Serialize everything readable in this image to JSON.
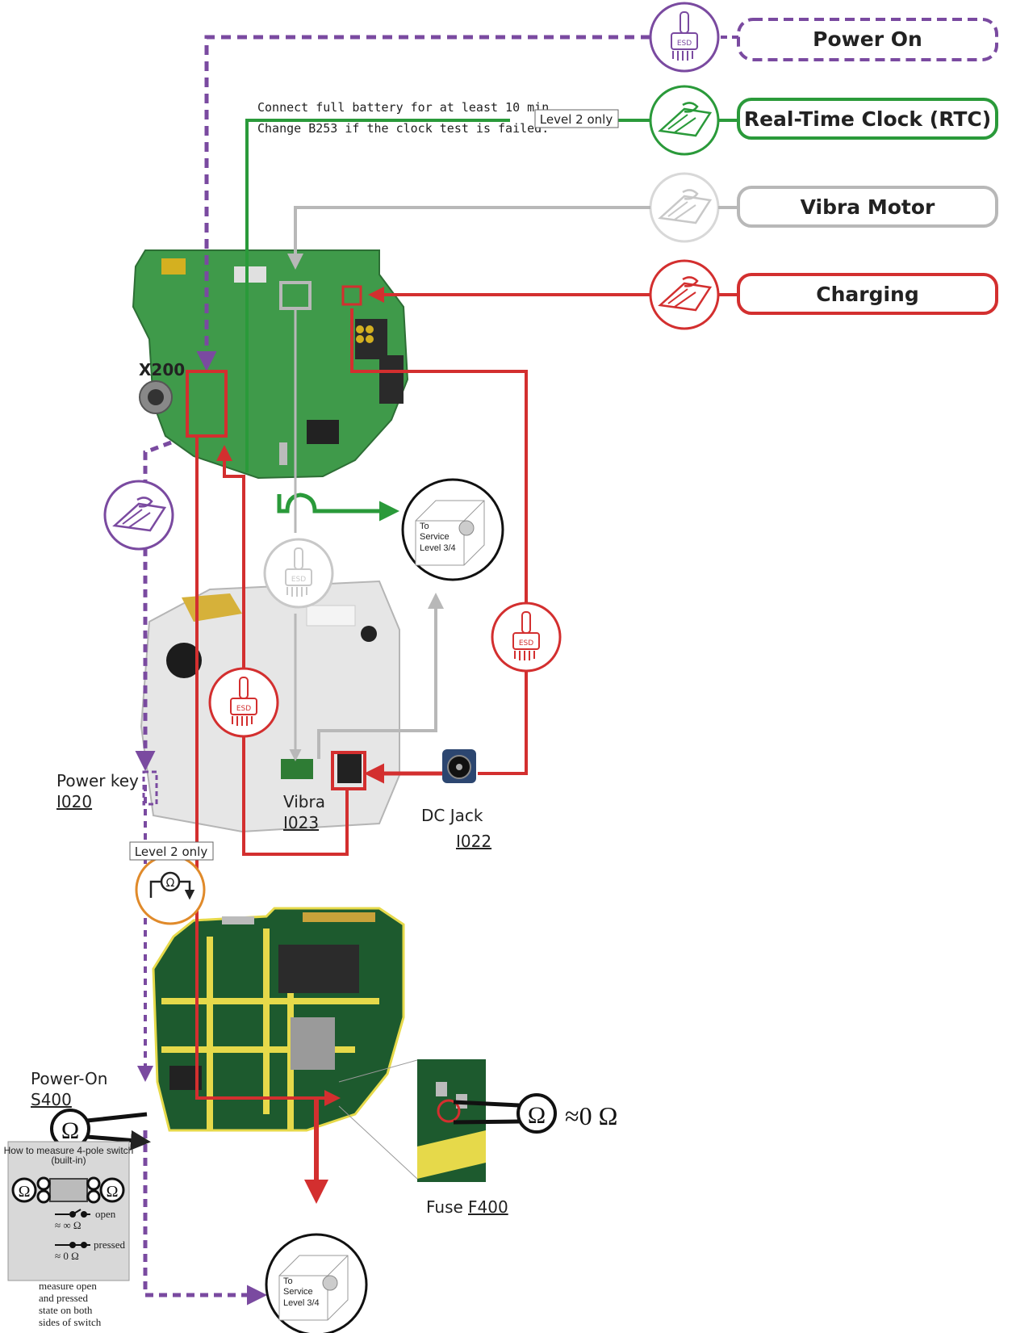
{
  "steps": {
    "power_on": "Power On",
    "rtc": "Real-Time Clock (RTC)",
    "vibra_motor": "Vibra Motor",
    "charging": "Charging"
  },
  "rtc_note": {
    "line1": "Connect full battery for at least 10 min.",
    "line2": "Change B253 if the clock test is failed."
  },
  "level2_tag": "Level 2 only",
  "esd_text": "ESD",
  "components": {
    "x200": "X200",
    "power_key": "Power key",
    "power_key_id": "I020",
    "vibra": "Vibra",
    "vibra_id": "I023",
    "dc_jack": "DC  Jack",
    "dc_jack_id": "I022",
    "power_on_switch": "Power-On",
    "power_on_switch_id": "S400",
    "fuse": "Fuse",
    "fuse_id": "F400"
  },
  "service": {
    "to": "To",
    "line1": "Service",
    "line2": "Level 3/4"
  },
  "omega": "Ω",
  "fuse_value": "≈0 Ω",
  "switch_inset": {
    "title1": "How to measure 4-pole switch",
    "title2": "(built-in)",
    "open_label": "open",
    "open_value": "≈ ∞ Ω",
    "pressed_label": "pressed",
    "pressed_value": "≈ 0 Ω",
    "caption": [
      "measure  open",
      "and pressed",
      "state on both",
      "sides of switch"
    ]
  },
  "colors": {
    "power_on": "#7a4aa0",
    "rtc": "#2a9a3a",
    "vibra": "#b8b8b8",
    "charging": "#d32f2f",
    "resistance": "#e08a2a",
    "pcb_green": "#3f9a4a",
    "pcb_yellow": "#e6d94a"
  },
  "icons": {
    "esd_brush": "esd-brush-icon",
    "hand_book": "hand-book-icon",
    "service_box": "service-box-icon",
    "ohmmeter": "ohmmeter-icon"
  }
}
